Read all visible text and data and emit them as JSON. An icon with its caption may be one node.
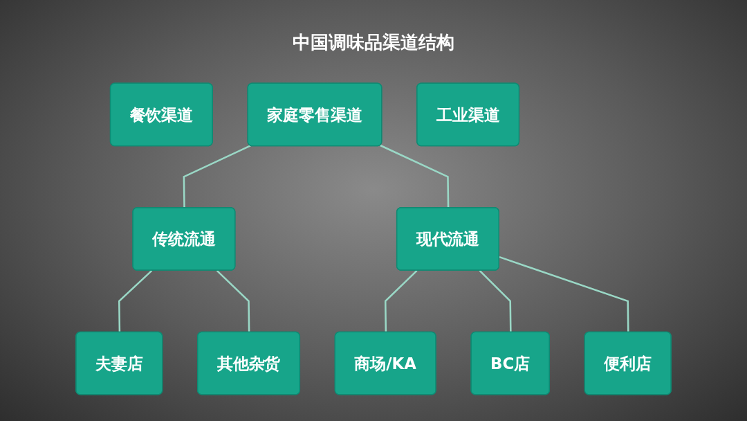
{
  "diagram": {
    "title": "中国调味品渠道结构",
    "nodes": [
      {
        "text": [
          "餐饮渠道"
        ]
      },
      {
        "text": [
          "家庭零售渠道"
        ]
      },
      {
        "text": [
          "工业渠道"
        ]
      },
      {
        "text": [
          "传统流通"
        ]
      },
      {
        "text": [
          "现代流通"
        ]
      },
      {
        "text": [
          "夫妻店"
        ]
      },
      {
        "text": [
          "其他杂货"
        ]
      },
      {
        "text": [
          "商场/KA"
        ]
      },
      {
        "text": [
          "BC店"
        ]
      },
      {
        "text": [
          "便利店"
        ]
      }
    ],
    "edges": [
      {
        "from": 1,
        "to": 3,
        "arrow": "none"
      },
      {
        "from": 1,
        "to": 4,
        "arrow": "none"
      },
      {
        "from": 3,
        "to": 5,
        "arrow": "none"
      },
      {
        "from": 3,
        "to": 6,
        "arrow": "none"
      },
      {
        "from": 4,
        "to": 7,
        "arrow": "none"
      },
      {
        "from": 4,
        "to": 8,
        "arrow": "none"
      },
      {
        "from": 4,
        "to": 9,
        "arrow": "none"
      }
    ]
  }
}
